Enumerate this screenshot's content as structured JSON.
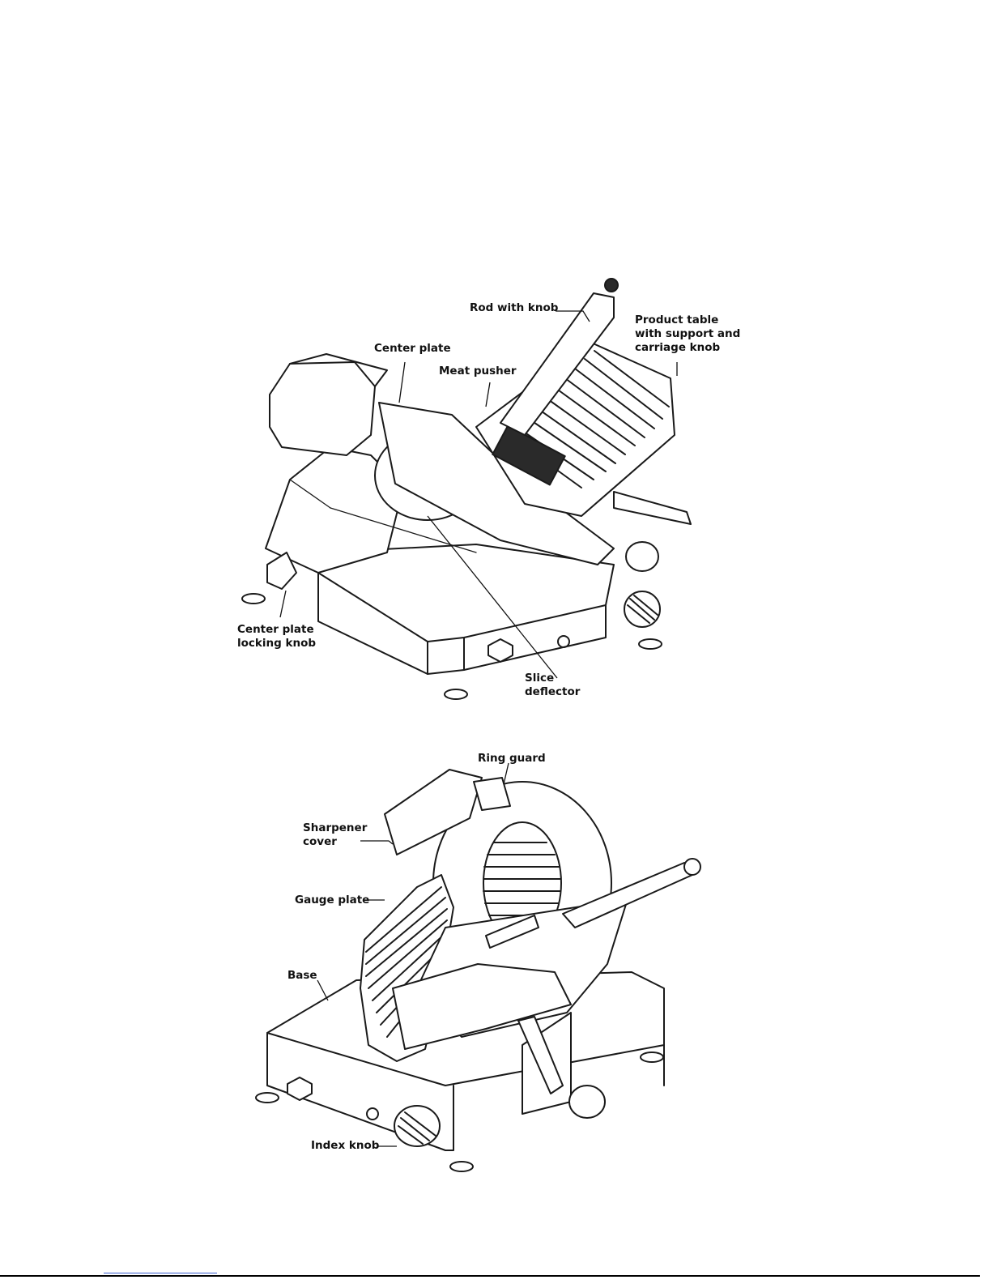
{
  "diagram_top": {
    "labels": {
      "rod_with_knob": "Rod with knob",
      "product_table_1": "Product table",
      "product_table_2": "with support and",
      "product_table_3": "carriage knob",
      "center_plate": "Center plate",
      "meat_pusher": "Meat pusher",
      "center_plate_locking_1": "Center plate",
      "center_plate_locking_2": "locking knob",
      "slice_deflector_1": "Slice",
      "slice_deflector_2": "deflector"
    }
  },
  "diagram_bottom": {
    "labels": {
      "ring_guard": "Ring guard",
      "sharpener_cover_1": "Sharpener",
      "sharpener_cover_2": "cover",
      "gauge_plate": "Gauge plate",
      "base": "Base",
      "index_knob": "Index knob"
    }
  },
  "colors": {
    "line": "#1a1a1a",
    "background": "#ffffff",
    "footnote_rule": "#3a5fcd"
  }
}
